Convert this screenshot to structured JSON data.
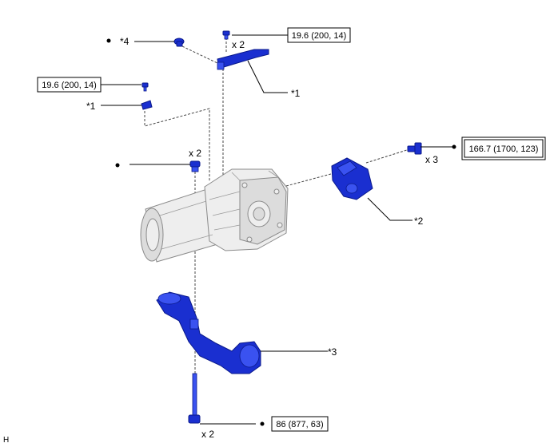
{
  "callouts": {
    "part1_top": "*1",
    "part1_left": "*1",
    "part2": "*2",
    "part3": "*3",
    "part4": "*4"
  },
  "torques": {
    "bracket_bolt_top": "19.6 (200, 14)",
    "bracket_bolt_left": "19.6 (200, 14)",
    "mount_bolts": "166.7 (1700, 123)",
    "lower_bolts": "86 (877, 63)"
  },
  "quantities": {
    "bracket_top": "x 2",
    "mid_bolts": "x 2",
    "mount_bolts": "x 3",
    "lower_bolts": "x 2"
  },
  "corner_code": "H",
  "colors": {
    "part_blue": "#1a2fd0",
    "housing_gray": "#eeeeee"
  },
  "icons": [
    "bullet-dot-icon",
    "bolt-icon",
    "nut-icon"
  ]
}
